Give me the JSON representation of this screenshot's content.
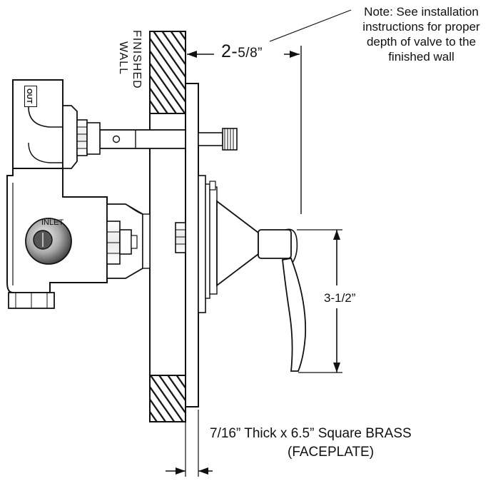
{
  "note": {
    "lines": [
      "Note: See installation",
      "instructions for proper",
      "depth of valve to the",
      "finished wall"
    ]
  },
  "wall_label": [
    "FINISHED",
    "WALL"
  ],
  "depth_dimension": {
    "whole": "2-",
    "fraction": "5/8”"
  },
  "handle_height": "3-1/2”",
  "faceplate": {
    "line1": "7/16” Thick x 6.5” Square BRASS",
    "line2": "(FACEPLATE)"
  },
  "port_labels": {
    "out": "OUT",
    "inlet": "INLET"
  },
  "colors": {
    "ink": "#111111",
    "background": "#ffffff",
    "metal_dark": "#555555",
    "metal_light": "#f2f2f2"
  }
}
